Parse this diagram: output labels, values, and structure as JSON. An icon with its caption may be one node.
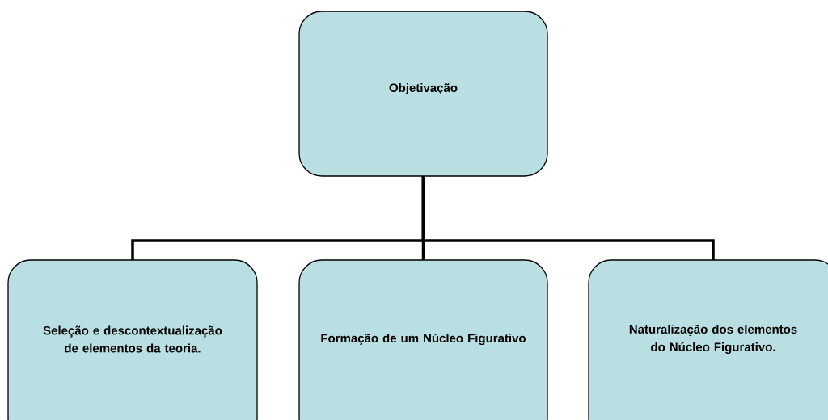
{
  "diagram": {
    "nodes": [
      {
        "text": [
          "Objetivação"
        ]
      },
      {
        "text": [
          "Seleção e descontextualização de elementos da teoria."
        ]
      },
      {
        "text": [
          "Formação de um Núcleo Figurativo"
        ]
      },
      {
        "text": [
          "Naturalização dos elementos do Núcleo Figurativo."
        ]
      }
    ],
    "edges": [
      {
        "from": 0,
        "to": 1,
        "arrow": "none"
      },
      {
        "from": 0,
        "to": 2,
        "arrow": "none"
      },
      {
        "from": 0,
        "to": 3,
        "arrow": "none"
      }
    ]
  }
}
